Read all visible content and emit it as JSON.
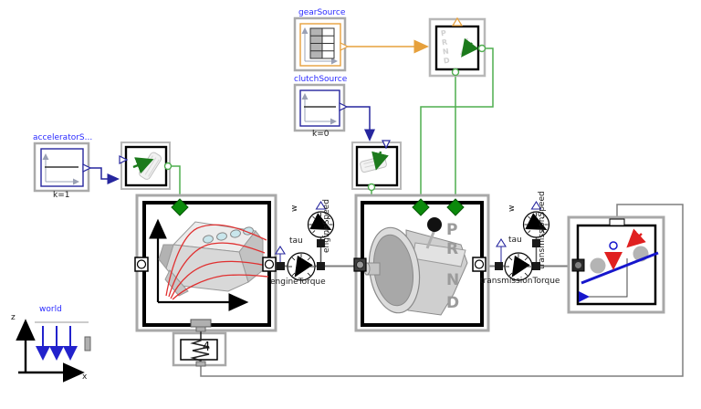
{
  "diagram": {
    "sources": {
      "accelerator": {
        "label": "acceleratorS...",
        "param": "k=1"
      },
      "gear": {
        "label": "gearSource"
      },
      "clutch": {
        "label": "clutchSource",
        "param": "k=0"
      }
    },
    "sensors": {
      "engine_torque": {
        "label": "engineTorque",
        "symbol": "tau"
      },
      "engine_speed": {
        "label": "engineSpeed",
        "symbol": "w"
      },
      "transmission_torque": {
        "label": "transmissionTorque",
        "symbol": "tau"
      },
      "transmission_speed": {
        "label": "transmissionSpeed",
        "symbol": "w"
      }
    },
    "transmission": {
      "gear_letters": [
        "P",
        "R",
        "N",
        "D"
      ]
    },
    "selector": {
      "letters": [
        "P",
        "R",
        "N",
        "D"
      ]
    },
    "mount": {
      "value": "4"
    },
    "world": {
      "label": "world",
      "axis_vertical": "z",
      "axis_horizontal": "x"
    },
    "colors": {
      "label_blue": "#2a2aff",
      "signal_navy": "#26269e",
      "signal_green": "#4fae4f",
      "diamond_green": "#0b8a0b",
      "signal_orange": "#e6a03c",
      "mech_gray": "#7f7f7f",
      "accent_red": "#e02020",
      "road_blue": "#1616cc"
    }
  }
}
